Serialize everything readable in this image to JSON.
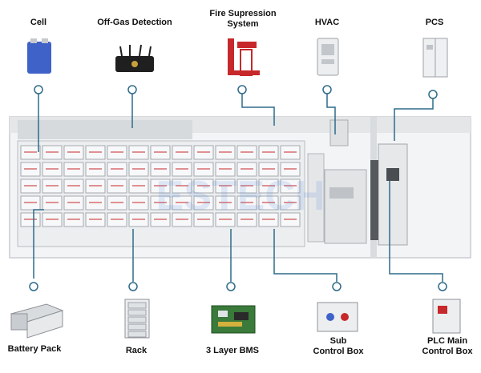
{
  "labels": {
    "cell": "Cell",
    "offgas": "Off-Gas Detection",
    "fire": [
      "Fire Supression",
      "System"
    ],
    "hvac": "HVAC",
    "pcs": "PCS",
    "battery_pack": "Battery Pack",
    "rack": "Rack",
    "bms": "3 Layer BMS",
    "sub_control": [
      "Sub",
      "Control Box"
    ],
    "plc": [
      "PLC Main",
      "Control Box"
    ]
  },
  "colors": {
    "leader": "#2e6b8a",
    "container": "#f2f3f4",
    "cell_blue": "#3f62c9",
    "cabinet": "#e6e8ea",
    "wire_red": "#c7282b"
  }
}
